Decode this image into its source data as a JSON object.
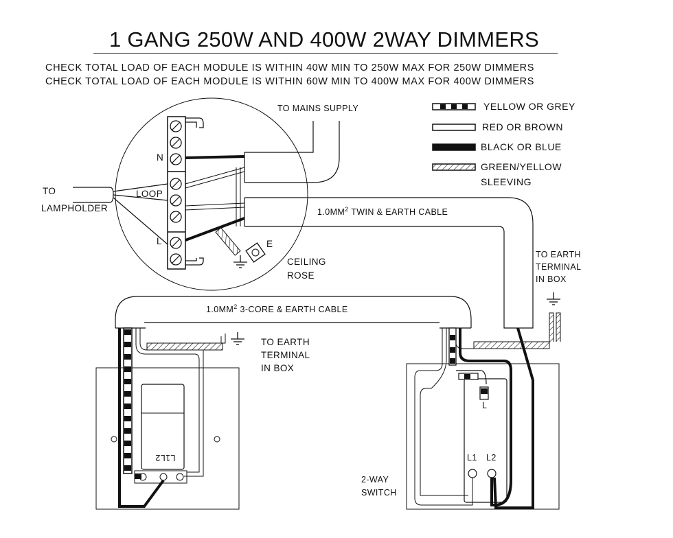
{
  "title": "1 GANG 250W AND 400W 2WAY DIMMERS",
  "notes": [
    "CHECK TOTAL LOAD OF EACH MODULE IS WITHIN 40W MIN TO 250W MAX FOR 250W DIMMERS",
    "CHECK TOTAL LOAD OF EACH MODULE IS WITHIN 60W MIN TO 400W MAX FOR 400W DIMMERS"
  ],
  "legend": [
    {
      "label": "YELLOW OR GREY",
      "pattern": "checker"
    },
    {
      "label": "RED OR BROWN",
      "pattern": "hollow"
    },
    {
      "label": "BLACK OR BLUE",
      "pattern": "solid"
    },
    {
      "label": "GREEN/YELLOW",
      "label2": "SLEEVING",
      "pattern": "hatched"
    }
  ],
  "labels": {
    "to_mains": "TO MAINS SUPPLY",
    "to_lampholder_1": "TO",
    "to_lampholder_2": "LAMPHOLDER",
    "loop": "LOOP",
    "n": "N",
    "l": "L",
    "e": "E",
    "ceiling_rose_1": "CEILING",
    "ceiling_rose_2": "ROSE",
    "twin_cable": "1.0MM",
    "twin_cable_sup": "2",
    "twin_cable_rest": " TWIN & EARTH CABLE",
    "three_core_cable": "1.0MM",
    "three_core_sup": "2",
    "three_core_rest": " 3-CORE & EARTH CABLE",
    "earth_right_1": "TO EARTH",
    "earth_right_2": "TERMINAL",
    "earth_right_3": "IN BOX",
    "earth_left_1": "TO EARTH",
    "earth_left_2": "TERMINAL",
    "earth_left_3": "IN BOX",
    "dimmer_terminals": "L1L2",
    "switch_l": "L",
    "switch_l1": "L1",
    "switch_l2": "L2",
    "switch_1": "2-WAY",
    "switch_2": "SWITCH"
  },
  "colors": {
    "ink": "#111111",
    "paper": "#ffffff"
  }
}
